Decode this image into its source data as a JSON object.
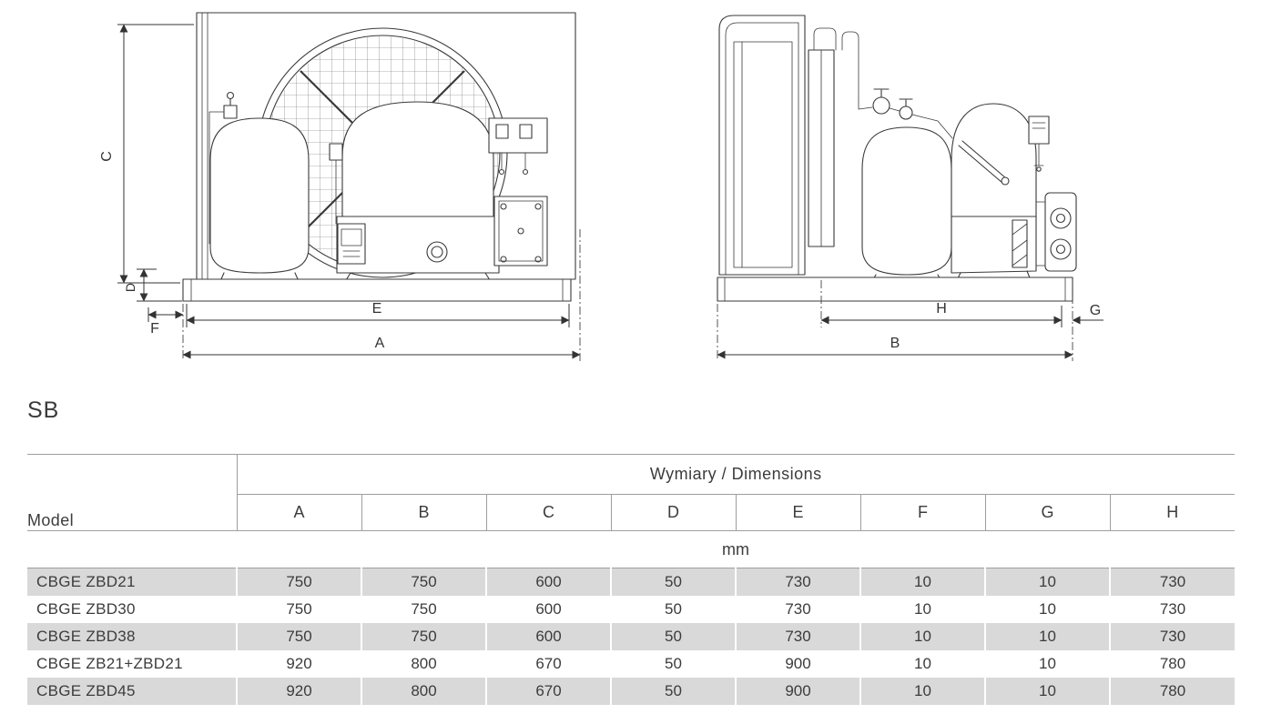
{
  "section_label": "SB",
  "diagram": {
    "front": {
      "c": "C",
      "d": "D",
      "f": "F",
      "e": "E",
      "a": "A"
    },
    "side": {
      "h": "H",
      "g": "G",
      "b": "B"
    }
  },
  "table": {
    "model_header": "Model",
    "dimensions_header": "Wymiary / Dimensions",
    "unit_label": "mm",
    "columns": [
      "A",
      "B",
      "C",
      "D",
      "E",
      "F",
      "G",
      "H"
    ],
    "rows": [
      {
        "model": "CBGE ZBD21",
        "values": [
          "750",
          "750",
          "600",
          "50",
          "730",
          "10",
          "10",
          "730"
        ]
      },
      {
        "model": "CBGE ZBD30",
        "values": [
          "750",
          "750",
          "600",
          "50",
          "730",
          "10",
          "10",
          "730"
        ]
      },
      {
        "model": "CBGE ZBD38",
        "values": [
          "750",
          "750",
          "600",
          "50",
          "730",
          "10",
          "10",
          "730"
        ]
      },
      {
        "model": "CBGE ZB21+ZBD21",
        "values": [
          "920",
          "800",
          "670",
          "50",
          "900",
          "10",
          "10",
          "780"
        ]
      },
      {
        "model": "CBGE ZBD45",
        "values": [
          "920",
          "800",
          "670",
          "50",
          "900",
          "10",
          "10",
          "780"
        ]
      }
    ]
  }
}
